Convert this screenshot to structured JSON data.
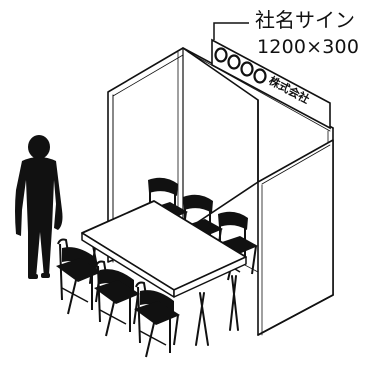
{
  "callout": {
    "title": "社名サイン",
    "size": "1200×300"
  },
  "sign": {
    "circle_count": 4,
    "company_text": "株式会社"
  },
  "colors": {
    "line": "#111111",
    "fill": "#ffffff"
  }
}
